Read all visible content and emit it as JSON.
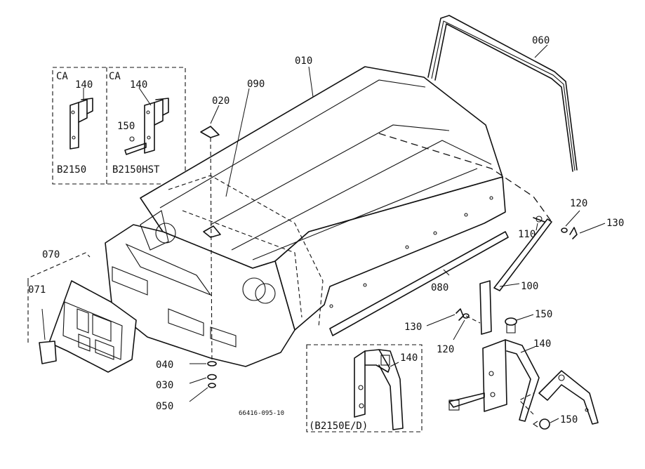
{
  "parts": {
    "p010": "010",
    "p020": "020",
    "p030": "030",
    "p040": "040",
    "p050": "050",
    "p060": "060",
    "p070": "070",
    "p071": "071",
    "p080": "080",
    "p090": "090",
    "p100": "100",
    "p110": "110",
    "p120": "120",
    "p130": "130",
    "p140": "140",
    "p150": "150"
  },
  "insets": {
    "left_region": "CA",
    "left_model": "B2150",
    "right_region": "CA",
    "right_model": "B2150HST",
    "bottom_model": "(B2150E/D)"
  },
  "drawing_number": "66416-095-10"
}
